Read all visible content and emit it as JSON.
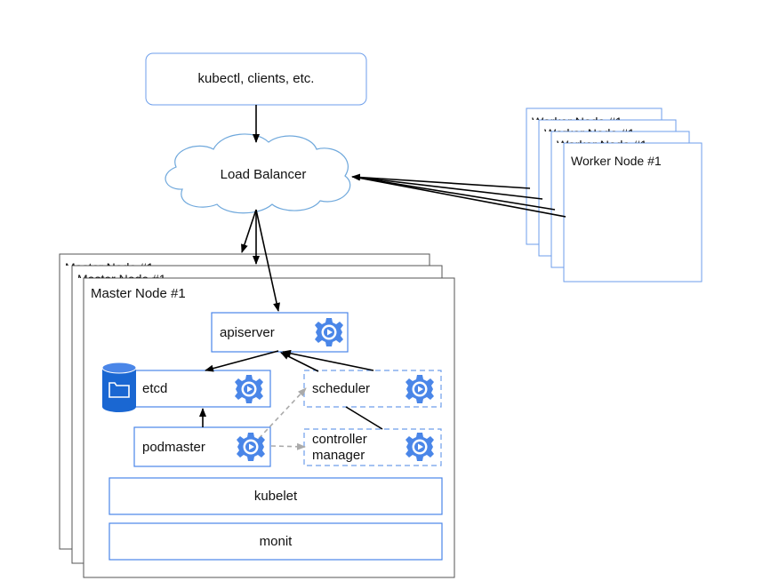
{
  "clients": {
    "label": "kubectl, clients, etc."
  },
  "load_balancer": {
    "label": "Load Balancer"
  },
  "worker_node": {
    "title": "Worker Node #1"
  },
  "master_node": {
    "title": "Master Node #1",
    "components": {
      "apiserver": "apiserver",
      "etcd": "etcd",
      "scheduler": "scheduler",
      "controller_manager_line1": "controller",
      "controller_manager_line2": "manager",
      "podmaster": "podmaster",
      "kubelet": "kubelet",
      "monit": "monit"
    }
  },
  "colors": {
    "component_border": "#4a86e8",
    "gear_icon": "#4a86e8",
    "database_icon": "#1a67d2",
    "node_border": "#555555",
    "arrow": "#000000",
    "dashed_arrow": "#aaaaaa",
    "cloud_border": "#6fa8dc"
  },
  "icons": [
    "gear-icon",
    "database-folder-icon",
    "cloud-shape"
  ]
}
